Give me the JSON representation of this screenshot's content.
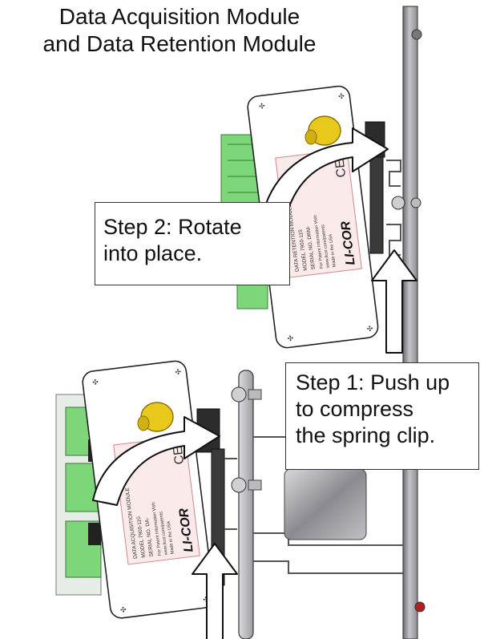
{
  "title": {
    "line1": "Data Acquisition Module",
    "line2": "and Data Retention Module"
  },
  "callouts": {
    "step2": {
      "line1": "Step 2: Rotate",
      "line2": "into place."
    },
    "step1": {
      "line1": "Step 1: Push up",
      "line2": "to compress",
      "line3": "the spring clip."
    }
  },
  "drm_label": {
    "title": "DATA RETENTION MODULE",
    "model": "MODEL   7900-115",
    "serial": "SERIAL NO.  DRM-",
    "info": "For Patent Information Visit:",
    "url": "www.licor.com/patents",
    "made": "Made in the USA",
    "ce": "CE",
    "logo": "LI-COR"
  },
  "dam_label": {
    "title": "DATA ACQUISITION MODULE",
    "model": "MODEL   7900-110",
    "serial": "SERIAL NO.  DA-",
    "info": "For Patent Information Visit:",
    "url": "www.licor.com/patents",
    "made": "Made in the USA",
    "ce": "CE",
    "logo": "LI-COR"
  },
  "colors": {
    "connector_green": "#7ed67a",
    "label_pink": "#fbeaea",
    "knob_yellow": "#e8c81a",
    "mount_gray": "#9a9aa0"
  }
}
